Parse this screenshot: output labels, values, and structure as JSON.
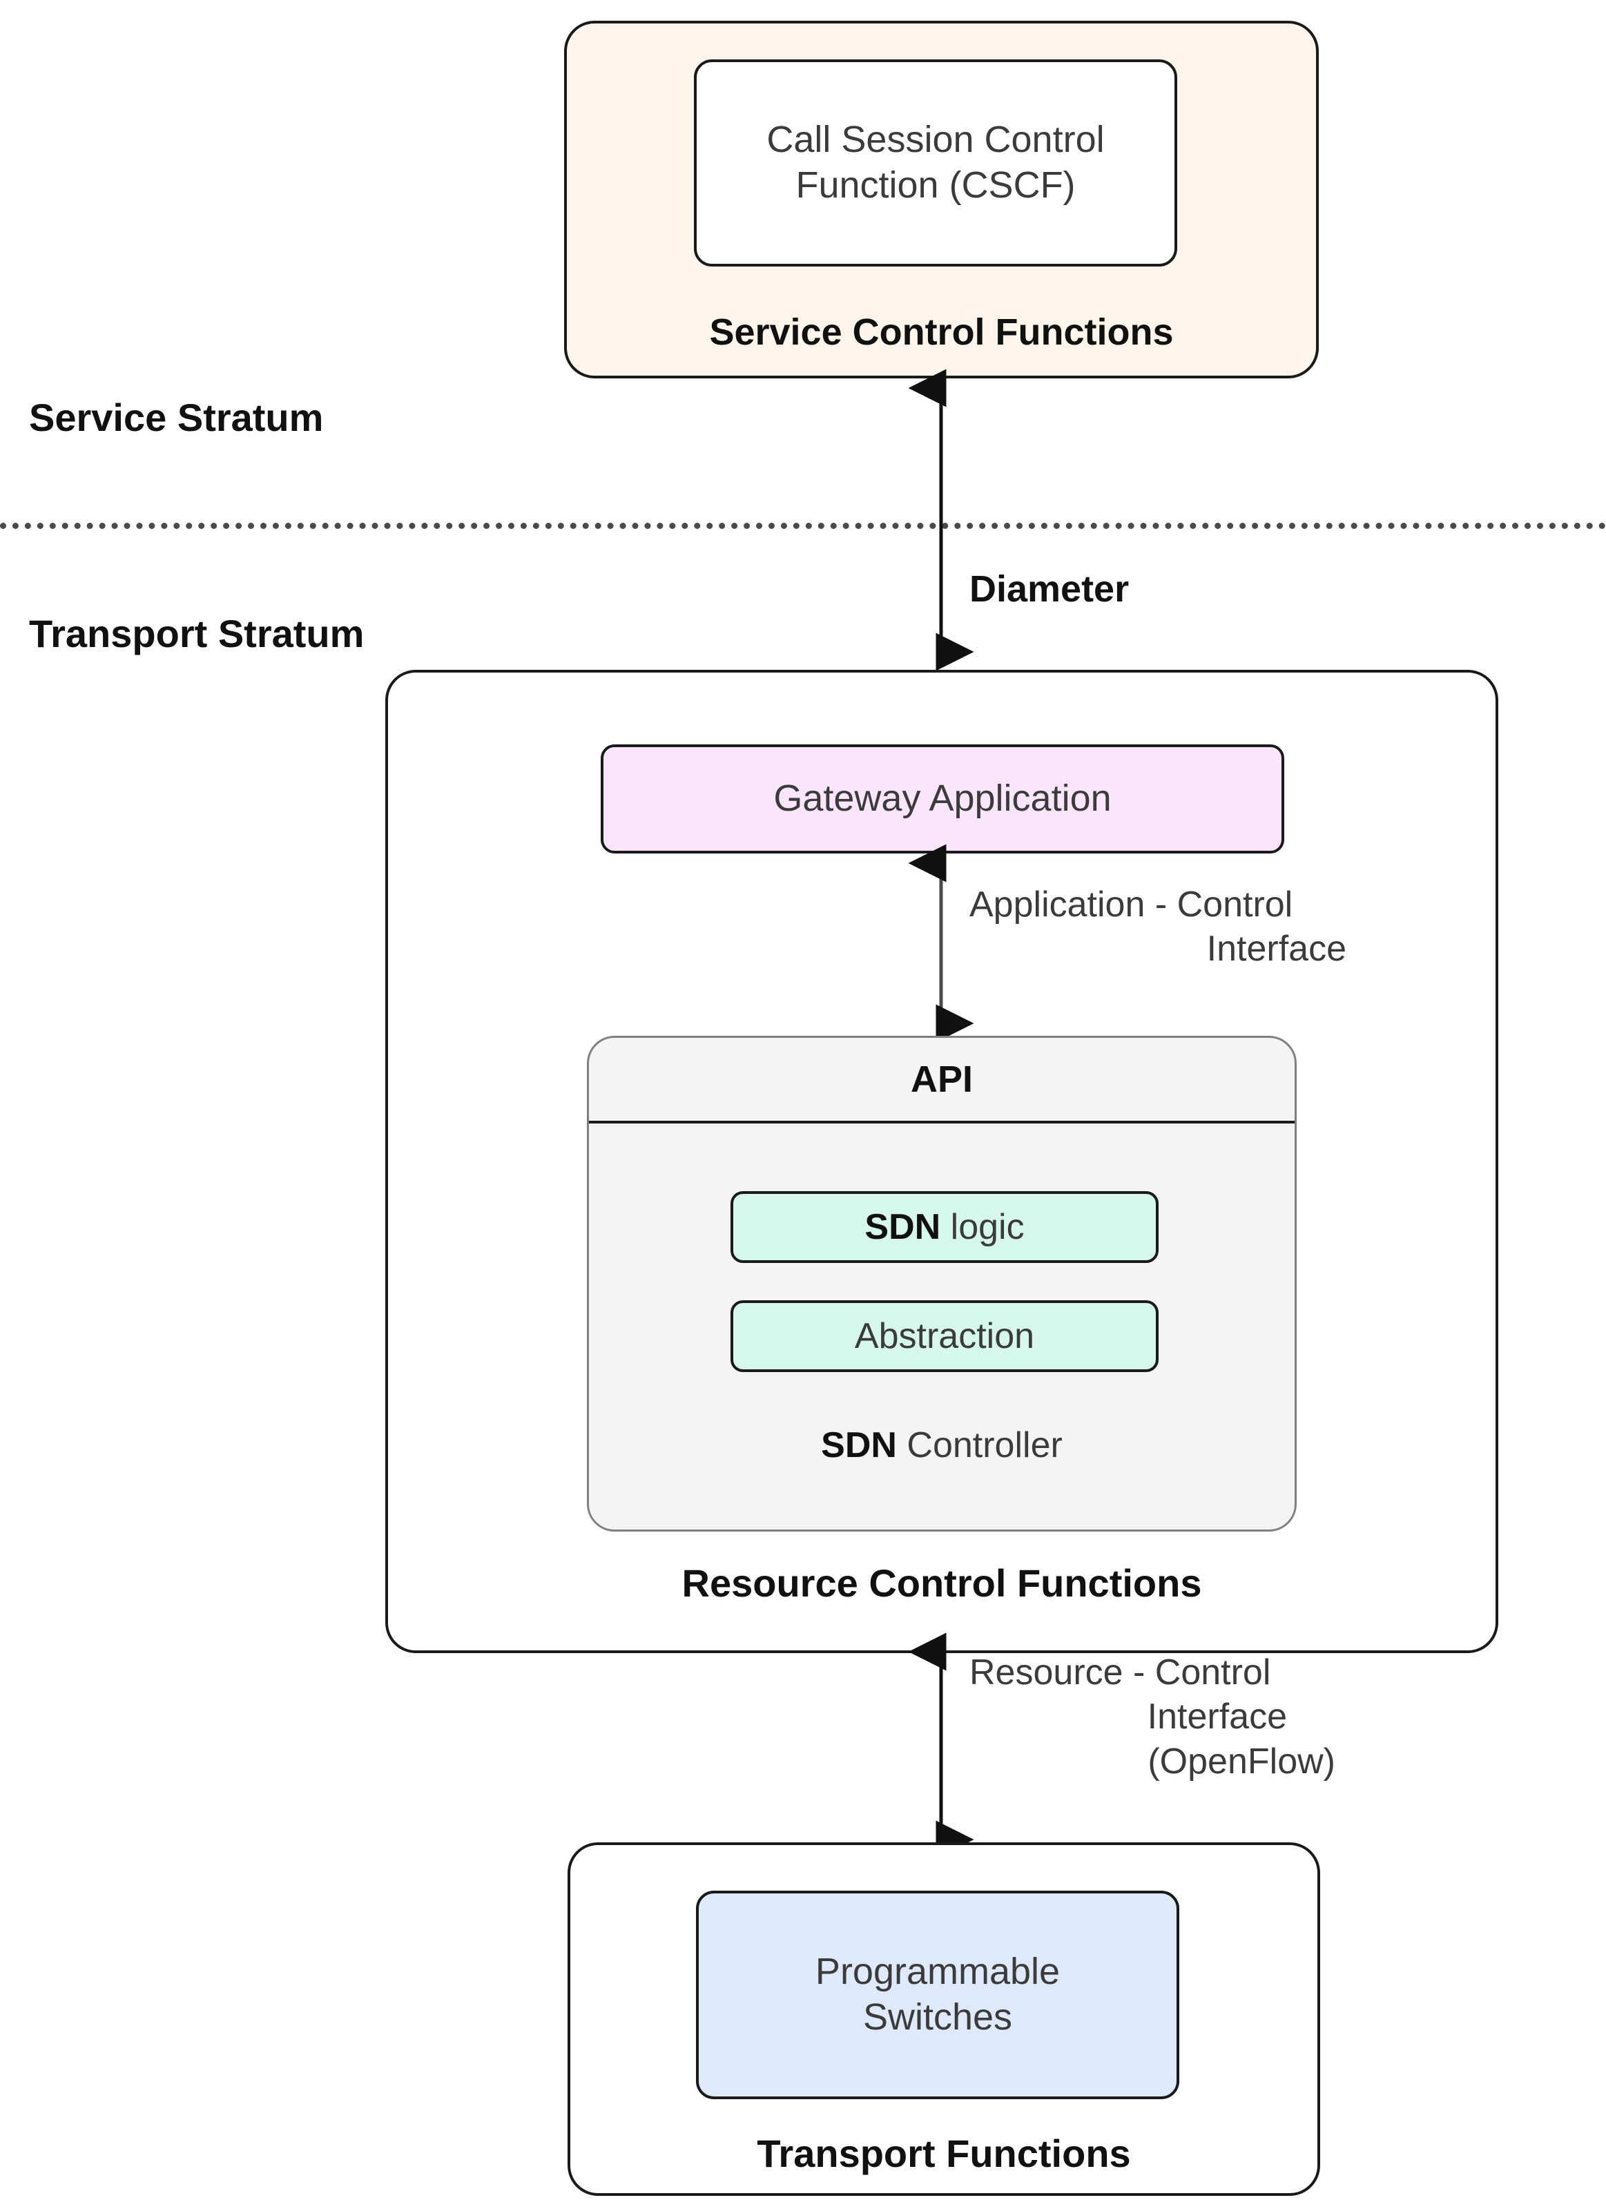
{
  "diagram": {
    "title": "SDN-based IMS Architecture Strata Diagram",
    "strata": [
      {
        "name": "service-stratum",
        "label": "Service Stratum"
      },
      {
        "name": "transport-stratum",
        "label": "Transport Stratum"
      }
    ],
    "divider": {
      "style": "dotted",
      "color": "#4a4a4a"
    }
  },
  "service_control_functions": {
    "caption": "Service Control Functions",
    "fill": "#fdf5ec",
    "nodes": [
      {
        "name": "cscf",
        "label": "Call Session Control Function (CSCF)",
        "fill": "#ffffff"
      }
    ]
  },
  "resource_control_functions": {
    "caption": "Resource Control Functions",
    "fill": "#ffffff",
    "gateway_application": {
      "label": "Gateway Application",
      "fill": "#fbe5fc"
    },
    "sdn_controller": {
      "api_label": "API",
      "caption_bold": "SDN",
      "caption_rest": " Controller",
      "fill": "#f4f4f4",
      "modules": [
        {
          "name": "sdn-logic",
          "bold": "SDN",
          "rest": " logic",
          "fill": "#d6f8ec"
        },
        {
          "name": "abstraction",
          "bold": "",
          "rest": "Abstraction",
          "fill": "#d6f8ec"
        }
      ]
    }
  },
  "transport_functions": {
    "caption": "Transport Functions",
    "fill": "#ffffff",
    "nodes": [
      {
        "name": "programmable-switches",
        "label": "Programmable Switches",
        "fill": "#deeafc"
      }
    ]
  },
  "connections": [
    {
      "name": "diameter",
      "label": "Diameter",
      "from": "service-control-functions",
      "to": "resource-control-functions",
      "bold": true
    },
    {
      "name": "application-control-interface",
      "label": "Application - Control Interface",
      "from": "gateway-application",
      "to": "sdn-controller",
      "bold": false
    },
    {
      "name": "resource-control-interface",
      "label": "Resource - Control Interface (OpenFlow)",
      "from": "resource-control-functions",
      "to": "transport-functions",
      "bold": false
    }
  ],
  "labels": {
    "cscf_line1": "Call Session Control",
    "cscf_line2": "Function (CSCF)",
    "service_control_functions": "Service Control Functions",
    "service_stratum": "Service Stratum",
    "transport_stratum": "Transport Stratum",
    "diameter": "Diameter",
    "gateway_application": "Gateway Application",
    "app_ctrl_line1": "Application - Control",
    "app_ctrl_line2": "Interface",
    "api": "API",
    "sdn_logic_bold": "SDN",
    "sdn_logic_rest": " logic",
    "abstraction": "Abstraction",
    "sdn_controller_bold": "SDN",
    "sdn_controller_rest": " Controller",
    "resource_control_functions": "Resource Control Functions",
    "res_ctrl_line1": "Resource - Control",
    "res_ctrl_line2": "Interface",
    "res_ctrl_line3": "(OpenFlow)",
    "programmable_switches_line1": "Programmable",
    "programmable_switches_line2": "Switches",
    "transport_functions": "Transport Functions"
  }
}
